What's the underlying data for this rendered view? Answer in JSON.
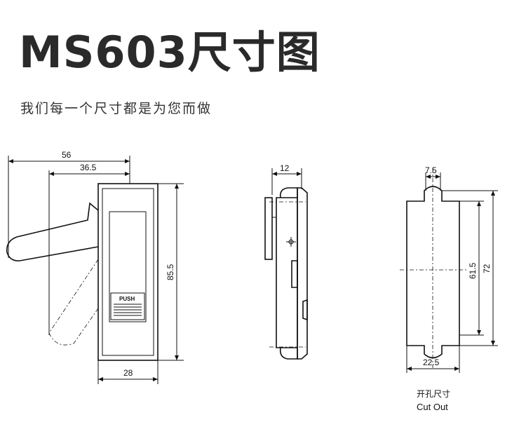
{
  "header": {
    "title": "MS603尺寸图",
    "subtitle": "我们每一个尺寸都是为您而做"
  },
  "front_view": {
    "dim_overall_width": "56",
    "dim_handle_offset": "36.5",
    "dim_height": "85.5",
    "dim_body_width": "28",
    "push_label": "PUSH"
  },
  "side_view": {
    "dim_depth": "12"
  },
  "cutout_view": {
    "dim_tab_width": "7.5",
    "dim_inner_height": "61.5",
    "dim_total_height": "72",
    "dim_width": "22.5",
    "caption_cn": "开孔尺寸",
    "caption_en": "Cut Out"
  },
  "colors": {
    "line": "#111111",
    "title": "#2a2a2a",
    "subtitle": "#333333"
  }
}
